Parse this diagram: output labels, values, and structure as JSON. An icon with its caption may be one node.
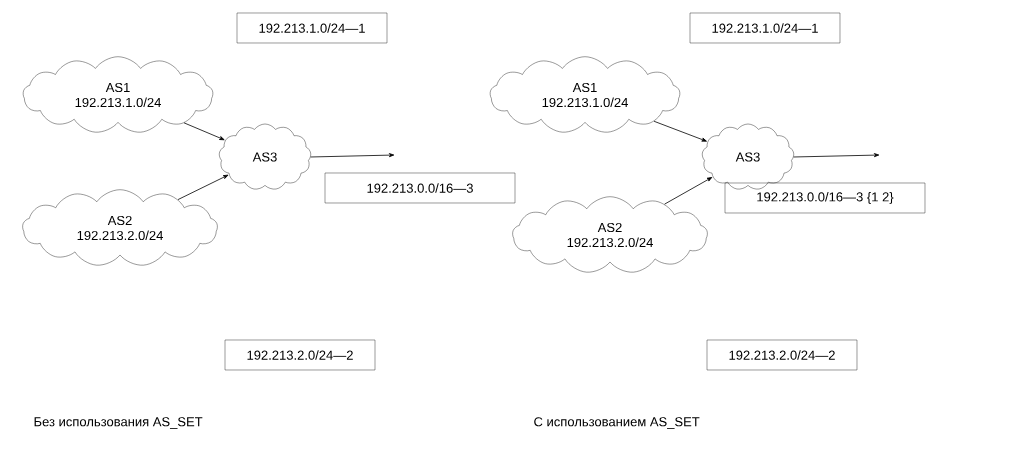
{
  "diagram": {
    "nodes": [
      {
        "text": [
          "192.213.1.0/24—1"
        ]
      },
      {
        "text": [
          "AS1",
          "192.213.1.0/24"
        ]
      },
      {
        "text": [
          "AS3"
        ]
      },
      {
        "text": [
          "192.213.0.0/16—3"
        ]
      },
      {
        "text": [
          "AS2",
          "192.213.2.0/24"
        ]
      },
      {
        "text": [
          "192.213.2.0/24—2"
        ]
      },
      {
        "text": [
          "192.213.1.0/24—1"
        ]
      },
      {
        "text": [
          "AS1",
          "192.213.1.0/24"
        ]
      },
      {
        "text": [
          "AS3"
        ]
      },
      {
        "text": [
          "192.213.0.0/16—3 {1 2}"
        ]
      },
      {
        "text": [
          "AS2",
          "192.213.2.0/24"
        ]
      },
      {
        "text": [
          "192.213.2.0/24—2"
        ]
      }
    ],
    "edges": [
      {
        "from": 1,
        "to": 2,
        "arrow": "to"
      },
      {
        "from": 4,
        "to": 2,
        "arrow": "to"
      },
      {
        "from": 2,
        "to": null,
        "arrow": "to"
      },
      {
        "from": 7,
        "to": 8,
        "arrow": "to"
      },
      {
        "from": 10,
        "to": 8,
        "arrow": "to"
      },
      {
        "from": 8,
        "to": null,
        "arrow": "to"
      }
    ],
    "labels": [
      "Без использования AS_SET",
      "С использованием AS_SET"
    ]
  }
}
